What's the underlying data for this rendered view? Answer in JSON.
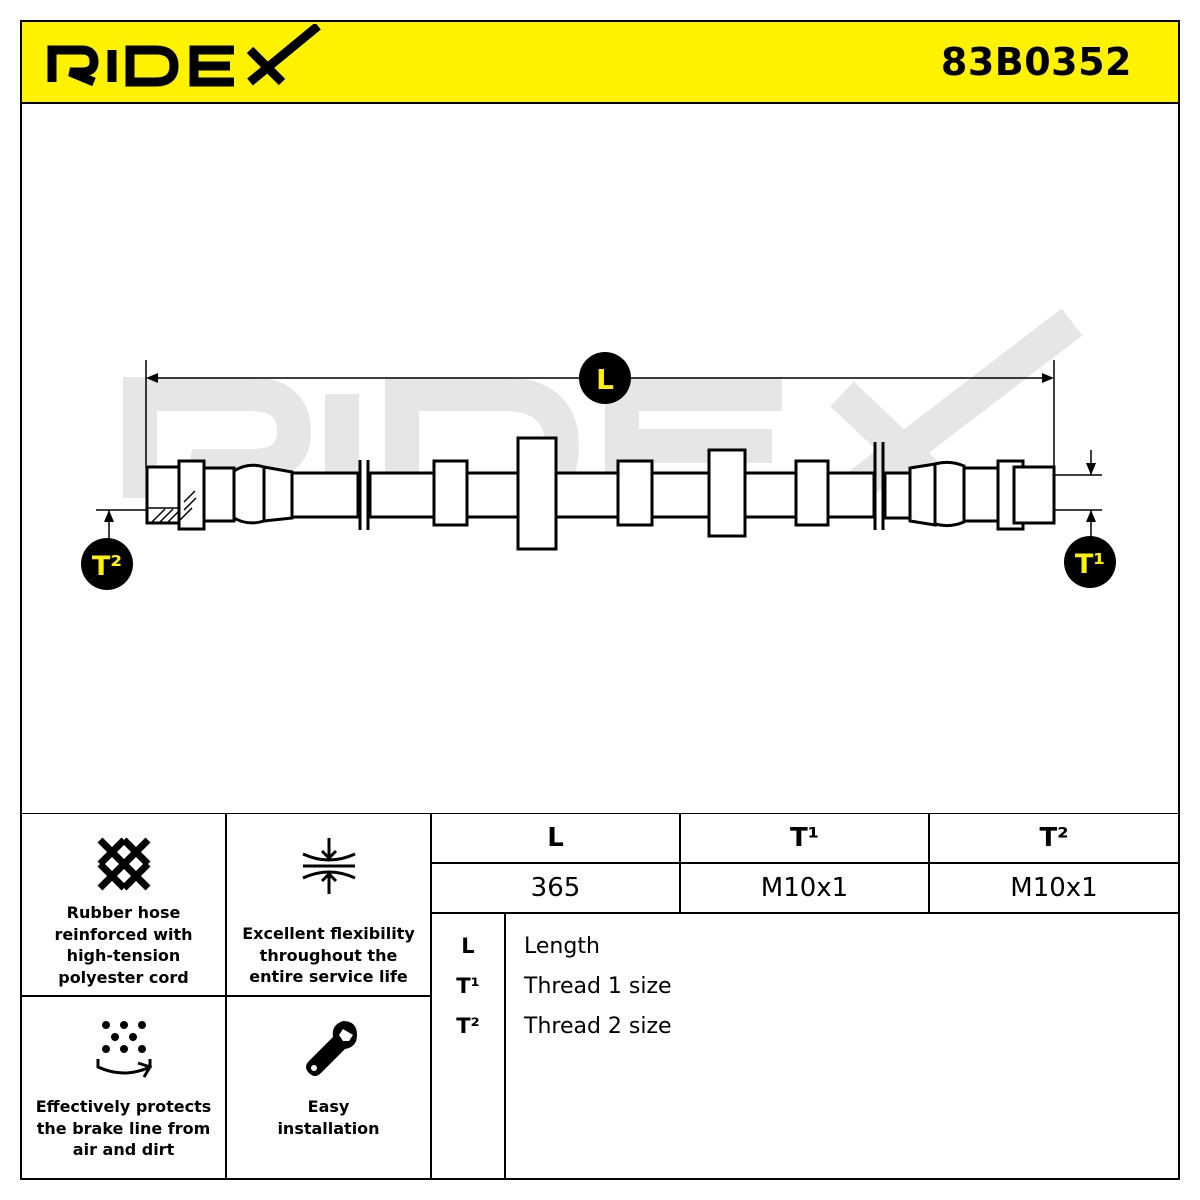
{
  "header": {
    "brand": "RIDEX",
    "part_number": "83B0352",
    "accent_color": "#fff200"
  },
  "drawing": {
    "dimension_L": "L",
    "thread_T1": "T¹",
    "thread_T2": "T²",
    "watermark": "RIDEX"
  },
  "features": [
    {
      "icon": "woven-cord-icon",
      "label_lines": [
        "Rubber hose",
        "reinforced with",
        "high-tension",
        "polyester cord"
      ]
    },
    {
      "icon": "compress-flex-icon",
      "label_lines": [
        "Excellent flexibility",
        "throughout the",
        "entire service life"
      ]
    },
    {
      "icon": "dirt-protection-icon",
      "label_lines": [
        "Effectively protects",
        "the brake line from",
        "air and dirt"
      ]
    },
    {
      "icon": "wrench-icon",
      "label_lines": [
        "Easy",
        "installation"
      ]
    }
  ],
  "spec_table": {
    "headers": [
      "L",
      "T¹",
      "T²"
    ],
    "values": [
      "365",
      "M10x1",
      "M10x1"
    ]
  },
  "legend": [
    {
      "key": "L",
      "desc": "Length"
    },
    {
      "key": "T¹",
      "desc": "Thread 1 size"
    },
    {
      "key": "T²",
      "desc": "Thread 2 size"
    }
  ]
}
